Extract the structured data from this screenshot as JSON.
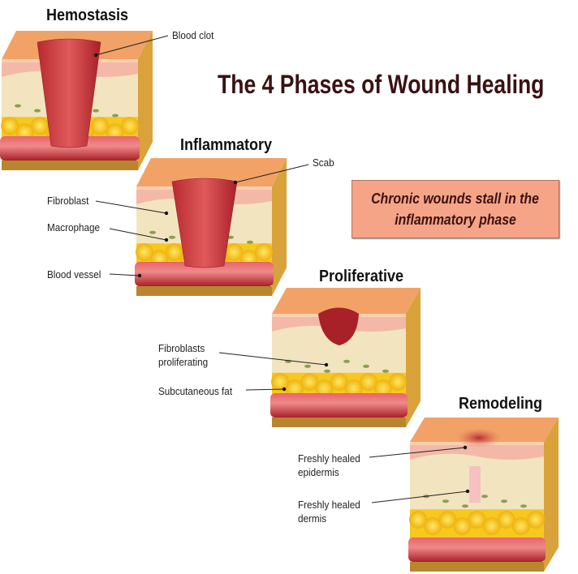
{
  "title": "The 4 Phases of Wound Healing",
  "phases": [
    {
      "name": "Hemostasis",
      "labels": [
        "Blood clot"
      ]
    },
    {
      "name": "Inflammatory",
      "labels": [
        "Scab",
        "Fibroblast",
        "Macrophage",
        "Blood vessel"
      ]
    },
    {
      "name": "Proliferative",
      "labels": [
        "Fibroblasts",
        "proliferating",
        "Subcutaneous fat"
      ]
    },
    {
      "name": "Remodeling",
      "labels": [
        "Freshly healed",
        "epidermis",
        "Freshly healed",
        "dermis"
      ]
    }
  ],
  "callout": {
    "line1": "Chronic wounds stall in the",
    "line2": "inflammatory phase"
  },
  "colors": {
    "title": "#3a1212",
    "callout_bg": "#f6a487",
    "skin_top": "#f2a266",
    "epidermis": "#f4b8a8",
    "dermis": "#f3e4c0",
    "fat": "#f7c81e",
    "vessel": "#d9343a",
    "clot": "#c8383a"
  }
}
